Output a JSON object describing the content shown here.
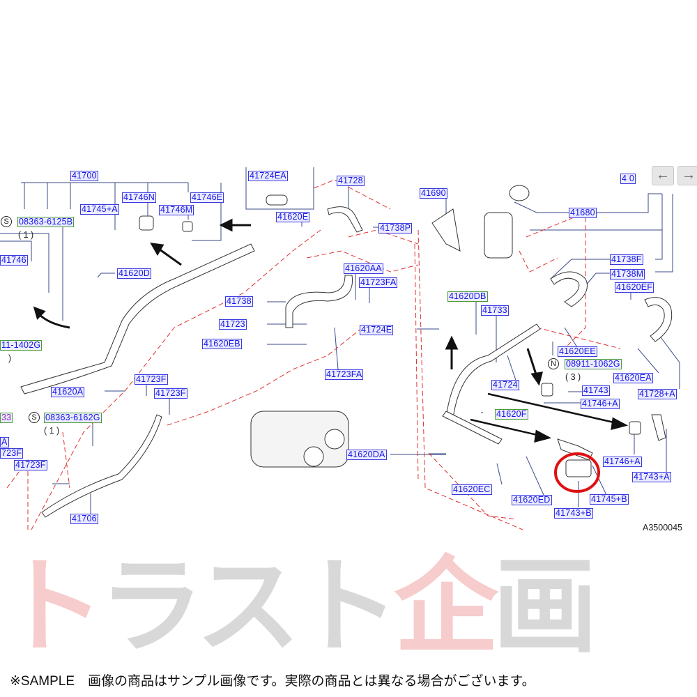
{
  "labels": {
    "l41700": "41700",
    "l41746N": "41746N",
    "l41746E": "41746E",
    "l41745A": "41745+A",
    "l41746M": "41746M",
    "l083636125B": "08363-6125B",
    "q1a": "( 1 )",
    "l41746": "41746",
    "l41620D": "41620D",
    "l111402G": "11-1402G",
    "paren": ")",
    "l41620A": "41620A",
    "l41723F_1": "41723F",
    "l41723F_2": "41723F",
    "l083636162G": "08363-6162G",
    "q1b": "( 1 )",
    "p33": "33",
    "pA": "A",
    "p723F": "723F",
    "l41723F_3": "41723F",
    "l41706": "41706",
    "l41724EA": "41724EA",
    "l41728": "41728",
    "l41620E": "41620E",
    "l41738P": "41738P",
    "l41620AA": "41620AA",
    "l41723FA_1": "41723FA",
    "l41738": "41738",
    "l41723": "41723",
    "l41724E": "41724E",
    "l41620EB": "41620EB",
    "l41723FA_2": "41723FA",
    "l41620DA": "41620DA",
    "l41690": "41690",
    "l41680": "41680",
    "l4x0": "4     0",
    "l41738F": "41738F",
    "l41738M": "41738M",
    "l41620EF": "41620EF",
    "l41620DB": "41620DB",
    "l41733": "41733",
    "l41620EE": "41620EE",
    "l089111062G": "08911-1062G",
    "q3": "( 3 )",
    "l41620EA": "41620EA",
    "l41743": "41743",
    "l41724": "41724",
    "l41728A": "41728+A",
    "l41746A_1": "41746+A",
    "l41620F": "41620F",
    "l41746A_2": "41746+A",
    "l41743A": "41743+A",
    "l41620EC": "41620EC",
    "l41620ED": "41620ED",
    "l41745B": "41745+B",
    "l41743B": "41743+B"
  },
  "markers": {
    "S": "S",
    "N": "N"
  },
  "nav": {
    "prev": "←",
    "next": "→"
  },
  "diagram_code": "A3500045",
  "watermark": "トラスト企画",
  "note": "※SAMPLE　画像の商品はサンプル画像です。実際の商品とは異なる場合がございます。",
  "colors": {
    "label_text": "#1515e8",
    "label_border": "#3a3ae0",
    "green_border": "#4a9a3a",
    "dash": "#e03030",
    "highlight": "#e01010"
  }
}
